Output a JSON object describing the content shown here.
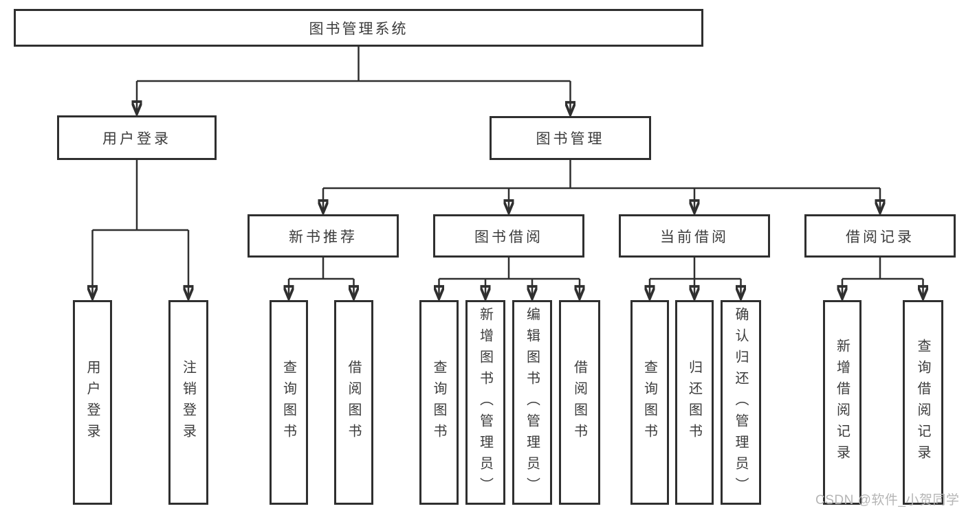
{
  "diagram": {
    "root": "图书管理系统",
    "level2": {
      "user_login": "用户登录",
      "book_mgmt": "图书管理"
    },
    "level3": {
      "new_books": "新书推荐",
      "borrow": "图书借阅",
      "current": "当前借阅",
      "records": "借阅记录"
    },
    "leaves": {
      "user_login": [
        "用户登录",
        "注销登录"
      ],
      "new_books": [
        "查询图书",
        "借阅图书"
      ],
      "borrow": [
        "查询图书",
        "新增图书（管理员）",
        "编辑图书（管理员）",
        "借阅图书"
      ],
      "current": [
        "查询图书",
        "归还图书",
        "确认归还（管理员）"
      ],
      "records": [
        "新增借阅记录",
        "查询借阅记录"
      ]
    }
  },
  "watermark": "CSDN @软件_小贺同学",
  "colors": {
    "line": "#2f2f2f",
    "text": "#3c3c3c",
    "background": "#ffffff",
    "watermark": "#b5b5b5"
  }
}
